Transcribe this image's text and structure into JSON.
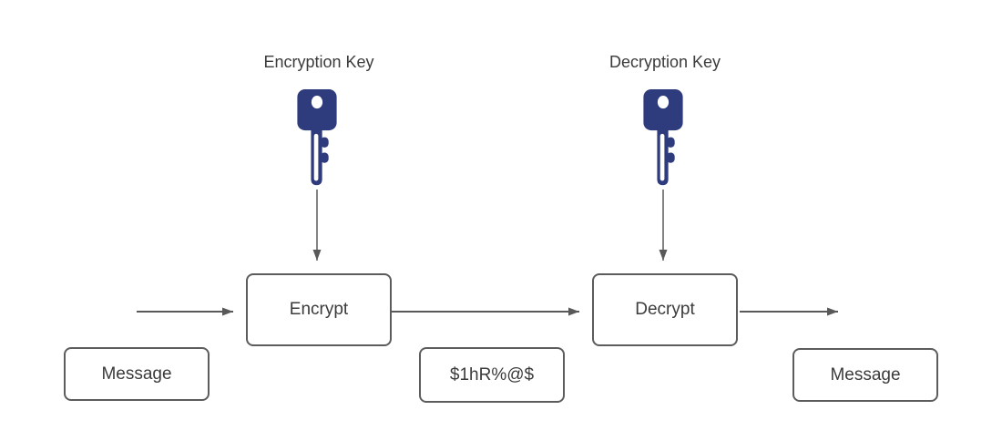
{
  "colors": {
    "key_fill": "#2e3b7c",
    "node_border": "#5c5c5c",
    "arrow": "#595959",
    "text": "#3b3b3b",
    "background": "#ffffff"
  },
  "labels": {
    "encryption_key": "Encryption Key",
    "decryption_key": "Decryption Key"
  },
  "nodes": {
    "encrypt": "Encrypt",
    "decrypt": "Decrypt",
    "message_input": "Message",
    "ciphertext": "$1hR%@$",
    "message_output": "Message"
  },
  "icons": {
    "encryption_key": "key-icon",
    "decryption_key": "key-icon"
  }
}
